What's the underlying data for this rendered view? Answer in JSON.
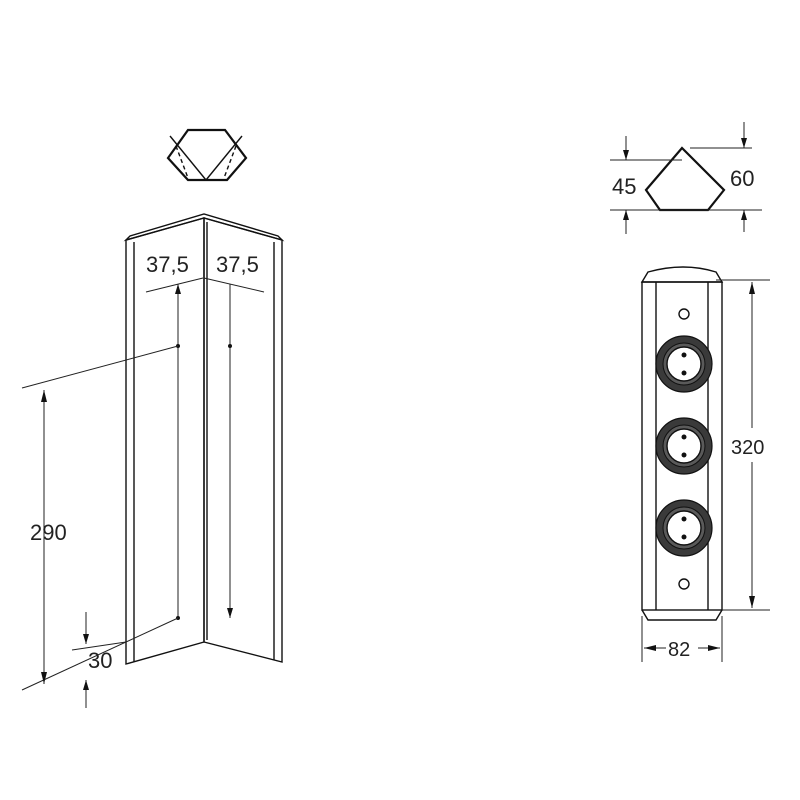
{
  "left_view": {
    "dim_width_left": "37,5",
    "dim_width_right": "37,5",
    "dim_height": "290",
    "dim_bottom_offset": "30"
  },
  "right_view": {
    "dim_top_depth": "45",
    "dim_top_height": "60",
    "dim_total_height": "320",
    "dim_width": "82",
    "socket_count": 3
  },
  "colors": {
    "line": "#111111",
    "socket_fill": "#3a3a3a",
    "background": "#ffffff"
  }
}
